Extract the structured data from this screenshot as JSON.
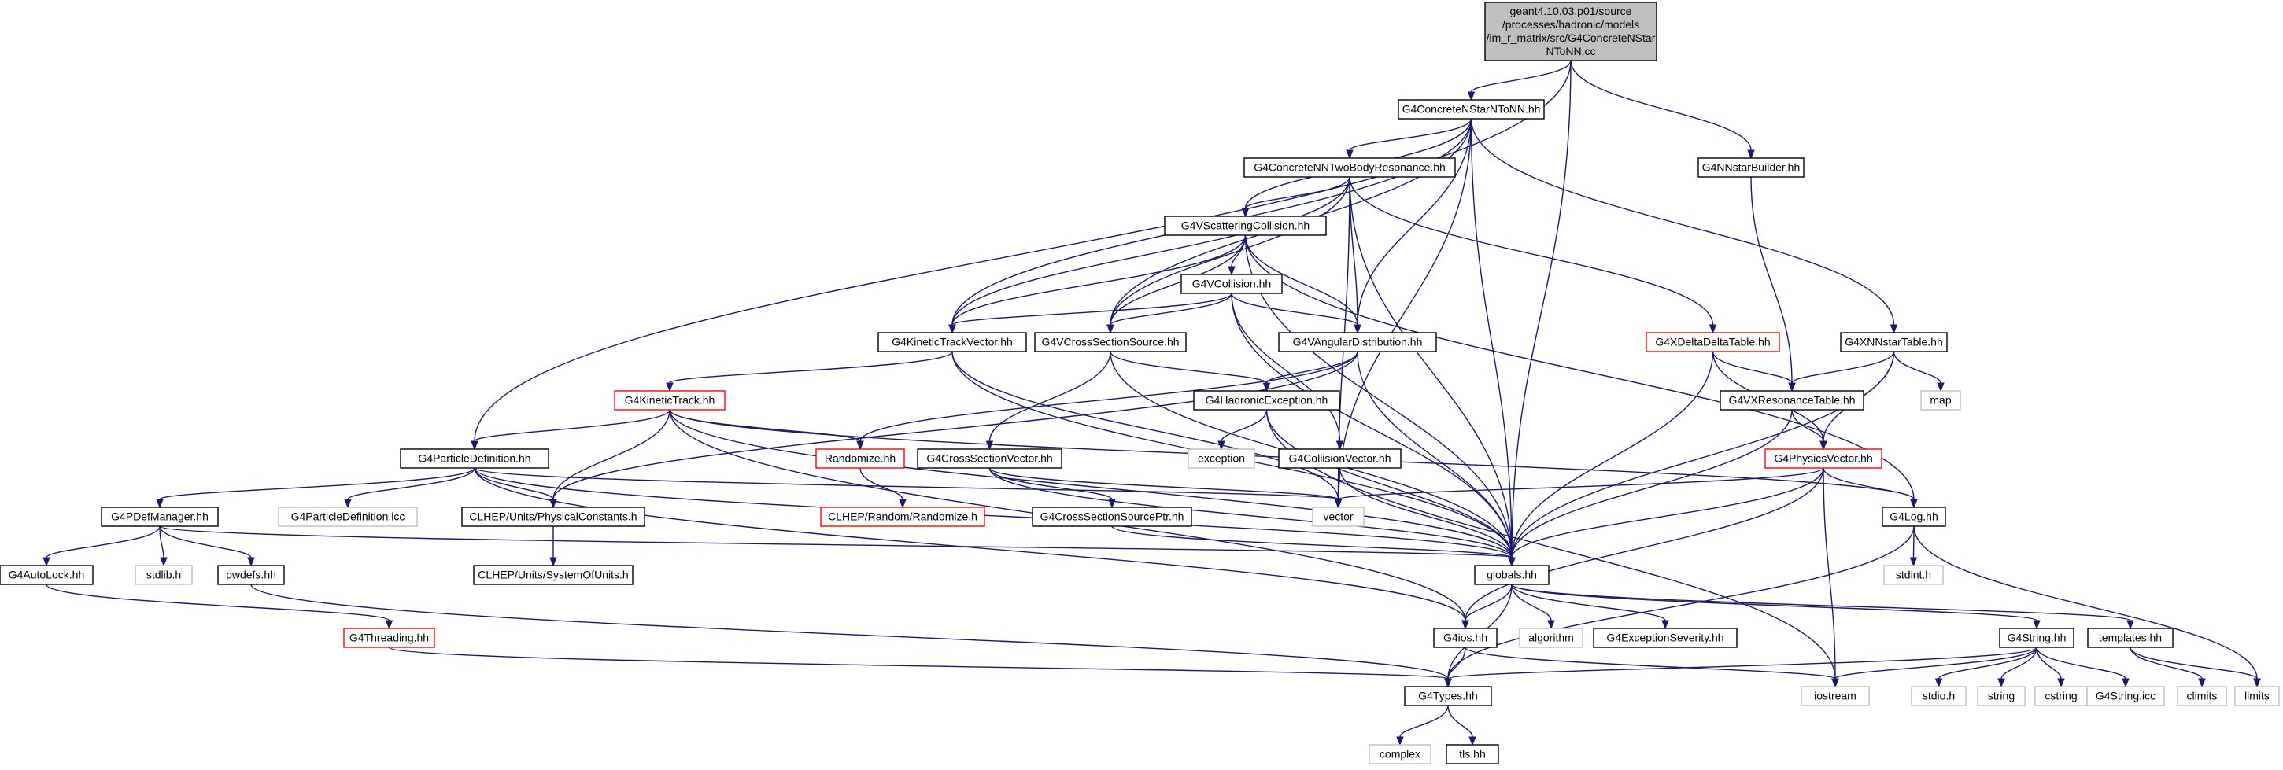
{
  "diagram": {
    "nodes": [
      {
        "id": "root",
        "lines": [
          "geant4.10.03.p01/source",
          "/processes/hadronic/models",
          "/im_r_matrix/src/G4ConcreteNStar",
          "NToNN.cc"
        ],
        "style": "root"
      },
      {
        "id": "concrete",
        "lines": [
          "G4ConcreteNStarNToNN.hh"
        ],
        "style": "normal"
      },
      {
        "id": "nnstarbuilder",
        "lines": [
          "G4NNstarBuilder.hh"
        ],
        "style": "normal"
      },
      {
        "id": "twobody",
        "lines": [
          "G4ConcreteNNTwoBodyResonance.hh"
        ],
        "style": "normal"
      },
      {
        "id": "vscattering",
        "lines": [
          "G4VScatteringCollision.hh"
        ],
        "style": "normal"
      },
      {
        "id": "vcollision",
        "lines": [
          "G4VCollision.hh"
        ],
        "style": "normal"
      },
      {
        "id": "kinetictrackvector",
        "lines": [
          "G4KineticTrackVector.hh"
        ],
        "style": "normal"
      },
      {
        "id": "vcrosssection",
        "lines": [
          "G4VCrossSectionSource.hh"
        ],
        "style": "normal"
      },
      {
        "id": "vangular",
        "lines": [
          "G4VAngularDistribution.hh"
        ],
        "style": "normal"
      },
      {
        "id": "xdelta",
        "lines": [
          "G4XDeltaDeltaTable.hh"
        ],
        "style": "red"
      },
      {
        "id": "xnnstar",
        "lines": [
          "G4XNNstarTable.hh"
        ],
        "style": "normal"
      },
      {
        "id": "kinetictrack",
        "lines": [
          "G4KineticTrack.hh"
        ],
        "style": "red"
      },
      {
        "id": "hadronicexc",
        "lines": [
          "G4HadronicException.hh"
        ],
        "style": "normal"
      },
      {
        "id": "vresonance",
        "lines": [
          "G4VXResonanceTable.hh"
        ],
        "style": "normal"
      },
      {
        "id": "map",
        "lines": [
          "map"
        ],
        "style": "gray"
      },
      {
        "id": "particledef",
        "lines": [
          "G4ParticleDefinition.hh"
        ],
        "style": "normal"
      },
      {
        "id": "randomize",
        "lines": [
          "Randomize.hh"
        ],
        "style": "red"
      },
      {
        "id": "exception",
        "lines": [
          "exception"
        ],
        "style": "gray"
      },
      {
        "id": "collisionvector",
        "lines": [
          "G4CollisionVector.hh"
        ],
        "style": "normal"
      },
      {
        "id": "crosssectionvector",
        "lines": [
          "G4CrossSectionVector.hh"
        ],
        "style": "normal"
      },
      {
        "id": "physicsvector",
        "lines": [
          "G4PhysicsVector.hh"
        ],
        "style": "red"
      },
      {
        "id": "pdefmanager",
        "lines": [
          "G4PDefManager.hh"
        ],
        "style": "normal"
      },
      {
        "id": "particledeficc",
        "lines": [
          "G4ParticleDefinition.icc"
        ],
        "style": "gray"
      },
      {
        "id": "physconst",
        "lines": [
          "CLHEP/Units/PhysicalConstants.h"
        ],
        "style": "normal"
      },
      {
        "id": "clhepRandom",
        "lines": [
          "CLHEP/Random/Randomize.h"
        ],
        "style": "red"
      },
      {
        "id": "vector",
        "lines": [
          "vector"
        ],
        "style": "gray"
      },
      {
        "id": "crosssectionptr",
        "lines": [
          "G4CrossSectionSourcePtr.hh"
        ],
        "style": "normal"
      },
      {
        "id": "log",
        "lines": [
          "G4Log.hh"
        ],
        "style": "normal"
      },
      {
        "id": "autolock",
        "lines": [
          "G4AutoLock.hh"
        ],
        "style": "normal"
      },
      {
        "id": "stdlib",
        "lines": [
          "stdlib.h"
        ],
        "style": "gray"
      },
      {
        "id": "pwdefs",
        "lines": [
          "pwdefs.hh"
        ],
        "style": "normal"
      },
      {
        "id": "sysunits",
        "lines": [
          "CLHEP/Units/SystemOfUnits.h"
        ],
        "style": "normal"
      },
      {
        "id": "globals",
        "lines": [
          "globals.hh"
        ],
        "style": "normal"
      },
      {
        "id": "stdint",
        "lines": [
          "stdint.h"
        ],
        "style": "gray"
      },
      {
        "id": "threading",
        "lines": [
          "G4Threading.hh"
        ],
        "style": "red"
      },
      {
        "id": "ios",
        "lines": [
          "G4ios.hh"
        ],
        "style": "normal"
      },
      {
        "id": "algorithm",
        "lines": [
          "algorithm"
        ],
        "style": "gray"
      },
      {
        "id": "exceptionseverity",
        "lines": [
          "G4ExceptionSeverity.hh"
        ],
        "style": "normal"
      },
      {
        "id": "g4string",
        "lines": [
          "G4String.hh"
        ],
        "style": "normal"
      },
      {
        "id": "templates",
        "lines": [
          "templates.hh"
        ],
        "style": "normal"
      },
      {
        "id": "iostream",
        "lines": [
          "iostream"
        ],
        "style": "gray"
      },
      {
        "id": "stdio",
        "lines": [
          "stdio.h"
        ],
        "style": "gray"
      },
      {
        "id": "string",
        "lines": [
          "string"
        ],
        "style": "gray"
      },
      {
        "id": "cstring",
        "lines": [
          "cstring"
        ],
        "style": "gray"
      },
      {
        "id": "g4stringicc",
        "lines": [
          "G4String.icc"
        ],
        "style": "gray"
      },
      {
        "id": "climits",
        "lines": [
          "climits"
        ],
        "style": "gray"
      },
      {
        "id": "limits",
        "lines": [
          "limits"
        ],
        "style": "gray"
      },
      {
        "id": "types",
        "lines": [
          "G4Types.hh"
        ],
        "style": "normal"
      },
      {
        "id": "complex",
        "lines": [
          "complex"
        ],
        "style": "gray"
      },
      {
        "id": "tls",
        "lines": [
          "tls.hh"
        ],
        "style": "normal"
      }
    ],
    "edges": [
      [
        "root",
        "concrete"
      ],
      [
        "root",
        "nnstarbuilder"
      ],
      [
        "root",
        "particledef"
      ],
      [
        "root",
        "globals"
      ],
      [
        "concrete",
        "twobody"
      ],
      [
        "concrete",
        "vscattering"
      ],
      [
        "concrete",
        "kinetictrackvector"
      ],
      [
        "concrete",
        "vcrosssection"
      ],
      [
        "concrete",
        "vangular"
      ],
      [
        "concrete",
        "xnnstar"
      ],
      [
        "concrete",
        "vector"
      ],
      [
        "concrete",
        "globals"
      ],
      [
        "nnstarbuilder",
        "vresonance"
      ],
      [
        "twobody",
        "vscattering"
      ],
      [
        "twobody",
        "kinetictrackvector"
      ],
      [
        "twobody",
        "vcrosssection"
      ],
      [
        "twobody",
        "vangular"
      ],
      [
        "twobody",
        "xdelta"
      ],
      [
        "twobody",
        "vector"
      ],
      [
        "twobody",
        "globals"
      ],
      [
        "vscattering",
        "vcollision"
      ],
      [
        "vscattering",
        "kinetictrackvector"
      ],
      [
        "vscattering",
        "vcrosssection"
      ],
      [
        "vscattering",
        "vangular"
      ],
      [
        "vscattering",
        "globals"
      ],
      [
        "vscattering",
        "log"
      ],
      [
        "vcollision",
        "kinetictrackvector"
      ],
      [
        "vcollision",
        "vcrosssection"
      ],
      [
        "vcollision",
        "vangular"
      ],
      [
        "vcollision",
        "collisionvector"
      ],
      [
        "vcollision",
        "globals"
      ],
      [
        "kinetictrackvector",
        "kinetictrack"
      ],
      [
        "kinetictrackvector",
        "vector"
      ],
      [
        "kinetictrackvector",
        "globals"
      ],
      [
        "vcrosssection",
        "hadronicexc"
      ],
      [
        "vcrosssection",
        "crosssectionvector"
      ],
      [
        "vcrosssection",
        "globals"
      ],
      [
        "vangular",
        "hadronicexc"
      ],
      [
        "vangular",
        "randomize"
      ],
      [
        "vangular",
        "physconst"
      ],
      [
        "vangular",
        "globals"
      ],
      [
        "xdelta",
        "vresonance"
      ],
      [
        "xdelta",
        "physicsvector"
      ],
      [
        "xdelta",
        "globals"
      ],
      [
        "xnnstar",
        "vresonance"
      ],
      [
        "xnnstar",
        "map"
      ],
      [
        "xnnstar",
        "physicsvector"
      ],
      [
        "xnnstar",
        "globals"
      ],
      [
        "kinetictrack",
        "particledef"
      ],
      [
        "kinetictrack",
        "randomize"
      ],
      [
        "kinetictrack",
        "physconst"
      ],
      [
        "kinetictrack",
        "log"
      ],
      [
        "kinetictrack",
        "globals"
      ],
      [
        "kinetictrack",
        "ios"
      ],
      [
        "hadronicexc",
        "exception"
      ],
      [
        "hadronicexc",
        "globals"
      ],
      [
        "hadronicexc",
        "iostream"
      ],
      [
        "vresonance",
        "physicsvector"
      ],
      [
        "vresonance",
        "globals"
      ],
      [
        "particledef",
        "pdefmanager"
      ],
      [
        "particledef",
        "particledeficc"
      ],
      [
        "particledef",
        "physconst"
      ],
      [
        "particledef",
        "vector"
      ],
      [
        "particledef",
        "globals"
      ],
      [
        "particledef",
        "ios"
      ],
      [
        "randomize",
        "clhepRandom"
      ],
      [
        "collisionvector",
        "vector"
      ],
      [
        "collisionvector",
        "globals"
      ],
      [
        "crosssectionvector",
        "crosssectionptr"
      ],
      [
        "crosssectionvector",
        "vector"
      ],
      [
        "crosssectionvector",
        "globals"
      ],
      [
        "physicsvector",
        "vector"
      ],
      [
        "physicsvector",
        "globals"
      ],
      [
        "physicsvector",
        "log"
      ],
      [
        "physicsvector",
        "ios"
      ],
      [
        "physicsvector",
        "iostream"
      ],
      [
        "pdefmanager",
        "autolock"
      ],
      [
        "pdefmanager",
        "stdlib"
      ],
      [
        "pdefmanager",
        "pwdefs"
      ],
      [
        "pdefmanager",
        "globals"
      ],
      [
        "physconst",
        "sysunits"
      ],
      [
        "crosssectionptr",
        "globals"
      ],
      [
        "log",
        "stdint"
      ],
      [
        "log",
        "types"
      ],
      [
        "log",
        "limits"
      ],
      [
        "autolock",
        "threading"
      ],
      [
        "pwdefs",
        "types"
      ],
      [
        "threading",
        "types"
      ],
      [
        "globals",
        "ios"
      ],
      [
        "globals",
        "algorithm"
      ],
      [
        "globals",
        "exceptionseverity"
      ],
      [
        "globals",
        "g4string"
      ],
      [
        "globals",
        "templates"
      ],
      [
        "globals",
        "types"
      ],
      [
        "ios",
        "types"
      ],
      [
        "ios",
        "iostream"
      ],
      [
        "g4string",
        "types"
      ],
      [
        "g4string",
        "iostream"
      ],
      [
        "g4string",
        "stdio"
      ],
      [
        "g4string",
        "string"
      ],
      [
        "g4string",
        "cstring"
      ],
      [
        "g4string",
        "g4stringicc"
      ],
      [
        "templates",
        "climits"
      ],
      [
        "templates",
        "limits"
      ],
      [
        "types",
        "complex"
      ],
      [
        "types",
        "tls"
      ]
    ]
  }
}
